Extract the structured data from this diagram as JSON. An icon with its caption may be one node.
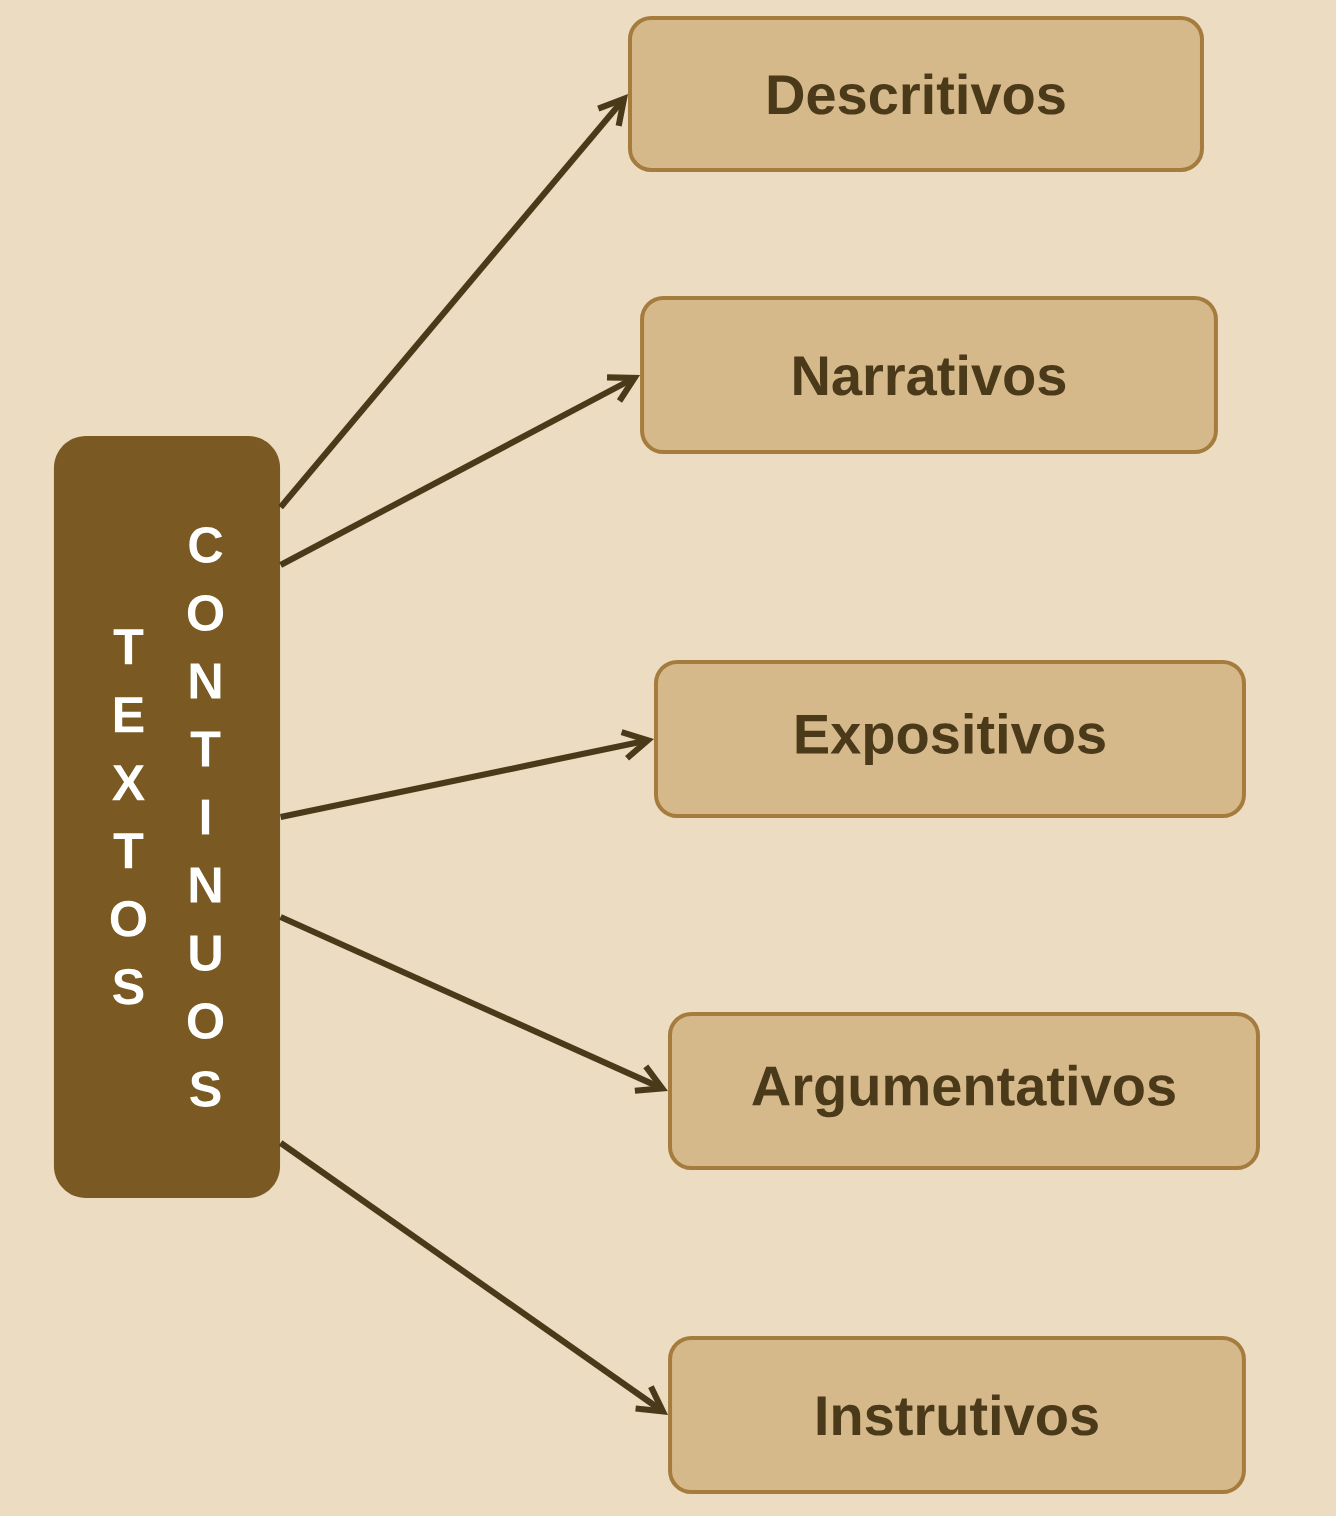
{
  "diagram": {
    "nodes": [
      {
        "text": [
          "TEXTOS",
          "CONTINUOS"
        ]
      },
      {
        "text": [
          "Descritivos"
        ]
      },
      {
        "text": [
          "Narrativos"
        ]
      },
      {
        "text": [
          "Expositivos"
        ]
      },
      {
        "text": [
          "Argumentativos"
        ]
      },
      {
        "text": [
          "Instrutivos"
        ]
      }
    ],
    "edges": [
      {
        "from": 0,
        "to": 1,
        "arrow": "to"
      },
      {
        "from": 0,
        "to": 2,
        "arrow": "to"
      },
      {
        "from": 0,
        "to": 3,
        "arrow": "to"
      },
      {
        "from": 0,
        "to": 4,
        "arrow": "to"
      },
      {
        "from": 0,
        "to": 5,
        "arrow": "to"
      }
    ]
  }
}
